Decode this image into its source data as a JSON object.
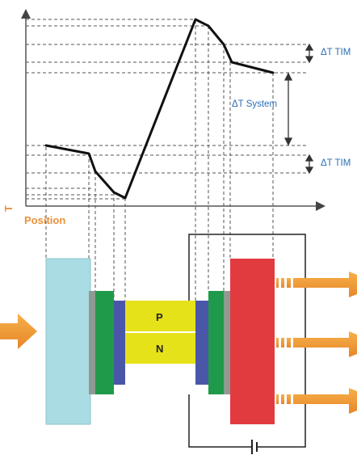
{
  "graph": {
    "x_axis_label": "Position",
    "y_axis_label": "T",
    "annotations": {
      "delta_top": "ΔT TIM",
      "delta_system": "ΔT System",
      "delta_bottom": "ΔT TIM"
    }
  },
  "device": {
    "p_leg_label": "P",
    "n_leg_label": "N"
  },
  "colors": {
    "cold_block": "#a9dce3",
    "tim_gray": "#8f9a92",
    "green_plate": "#1f9a4a",
    "ceramic_blue": "#4a57a8",
    "leg_yellow": "#e6e21a",
    "hot_block": "#e23b3f",
    "arrow_orange": "#f0962c",
    "annotation_blue": "#2c6fb4",
    "axis_label_orange": "#e8913a"
  }
}
